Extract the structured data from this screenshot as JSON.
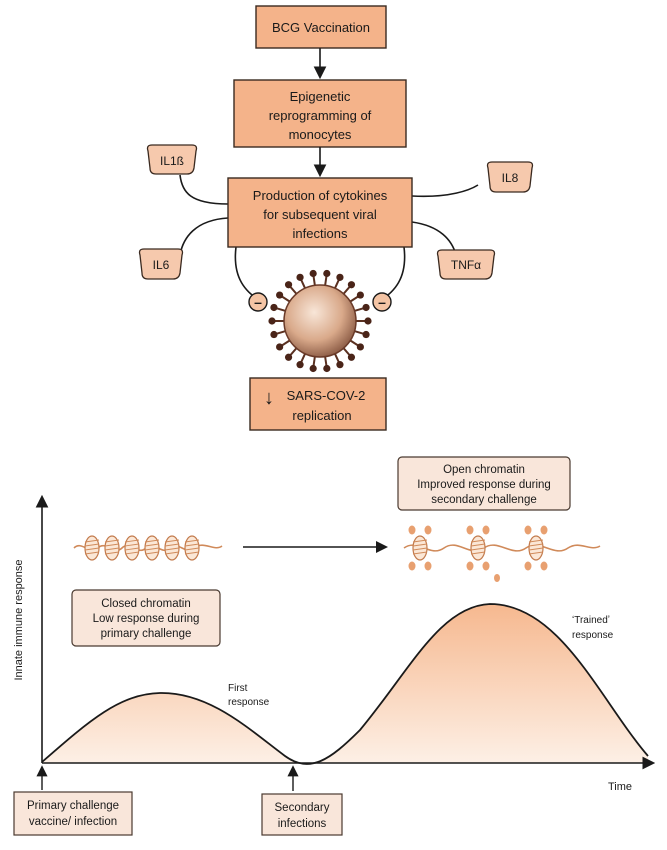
{
  "flow": {
    "bcg": "BCG Vaccination",
    "epigenetic": [
      "Epigenetic",
      "reprogramming of",
      "monocytes"
    ],
    "cytokine_production": [
      "Production of cytokines",
      "for subsequent viral",
      "infections"
    ],
    "sars": [
      "SARS-COV-2",
      "replication"
    ],
    "inhibit_symbol": "–",
    "down_arrow": "↓"
  },
  "cytokines": {
    "il1b": "IL1ß",
    "il8": "IL8",
    "il6": "IL6",
    "tnfa": "TNFα"
  },
  "graph": {
    "y_axis_label": "Innate immune response",
    "x_axis_label": "Time",
    "closed": [
      "Closed chromatin",
      "Low response during",
      "primary challenge"
    ],
    "open": [
      "Open chromatin",
      "Improved response during",
      "secondary challenge"
    ],
    "first_response": [
      "First",
      "response"
    ],
    "trained_response": [
      "ʻTrainedʼ",
      "response"
    ],
    "primary_challenge": [
      "Primary challenge",
      "vaccine/ infection"
    ],
    "secondary_infections": [
      "Secondary",
      "infections"
    ]
  },
  "colors": {
    "box_fill": "#f4b38a",
    "pale_box_fill": "#f9e6da",
    "curve_fill": "#f8c9a6",
    "chromatin": "#e0a070"
  }
}
